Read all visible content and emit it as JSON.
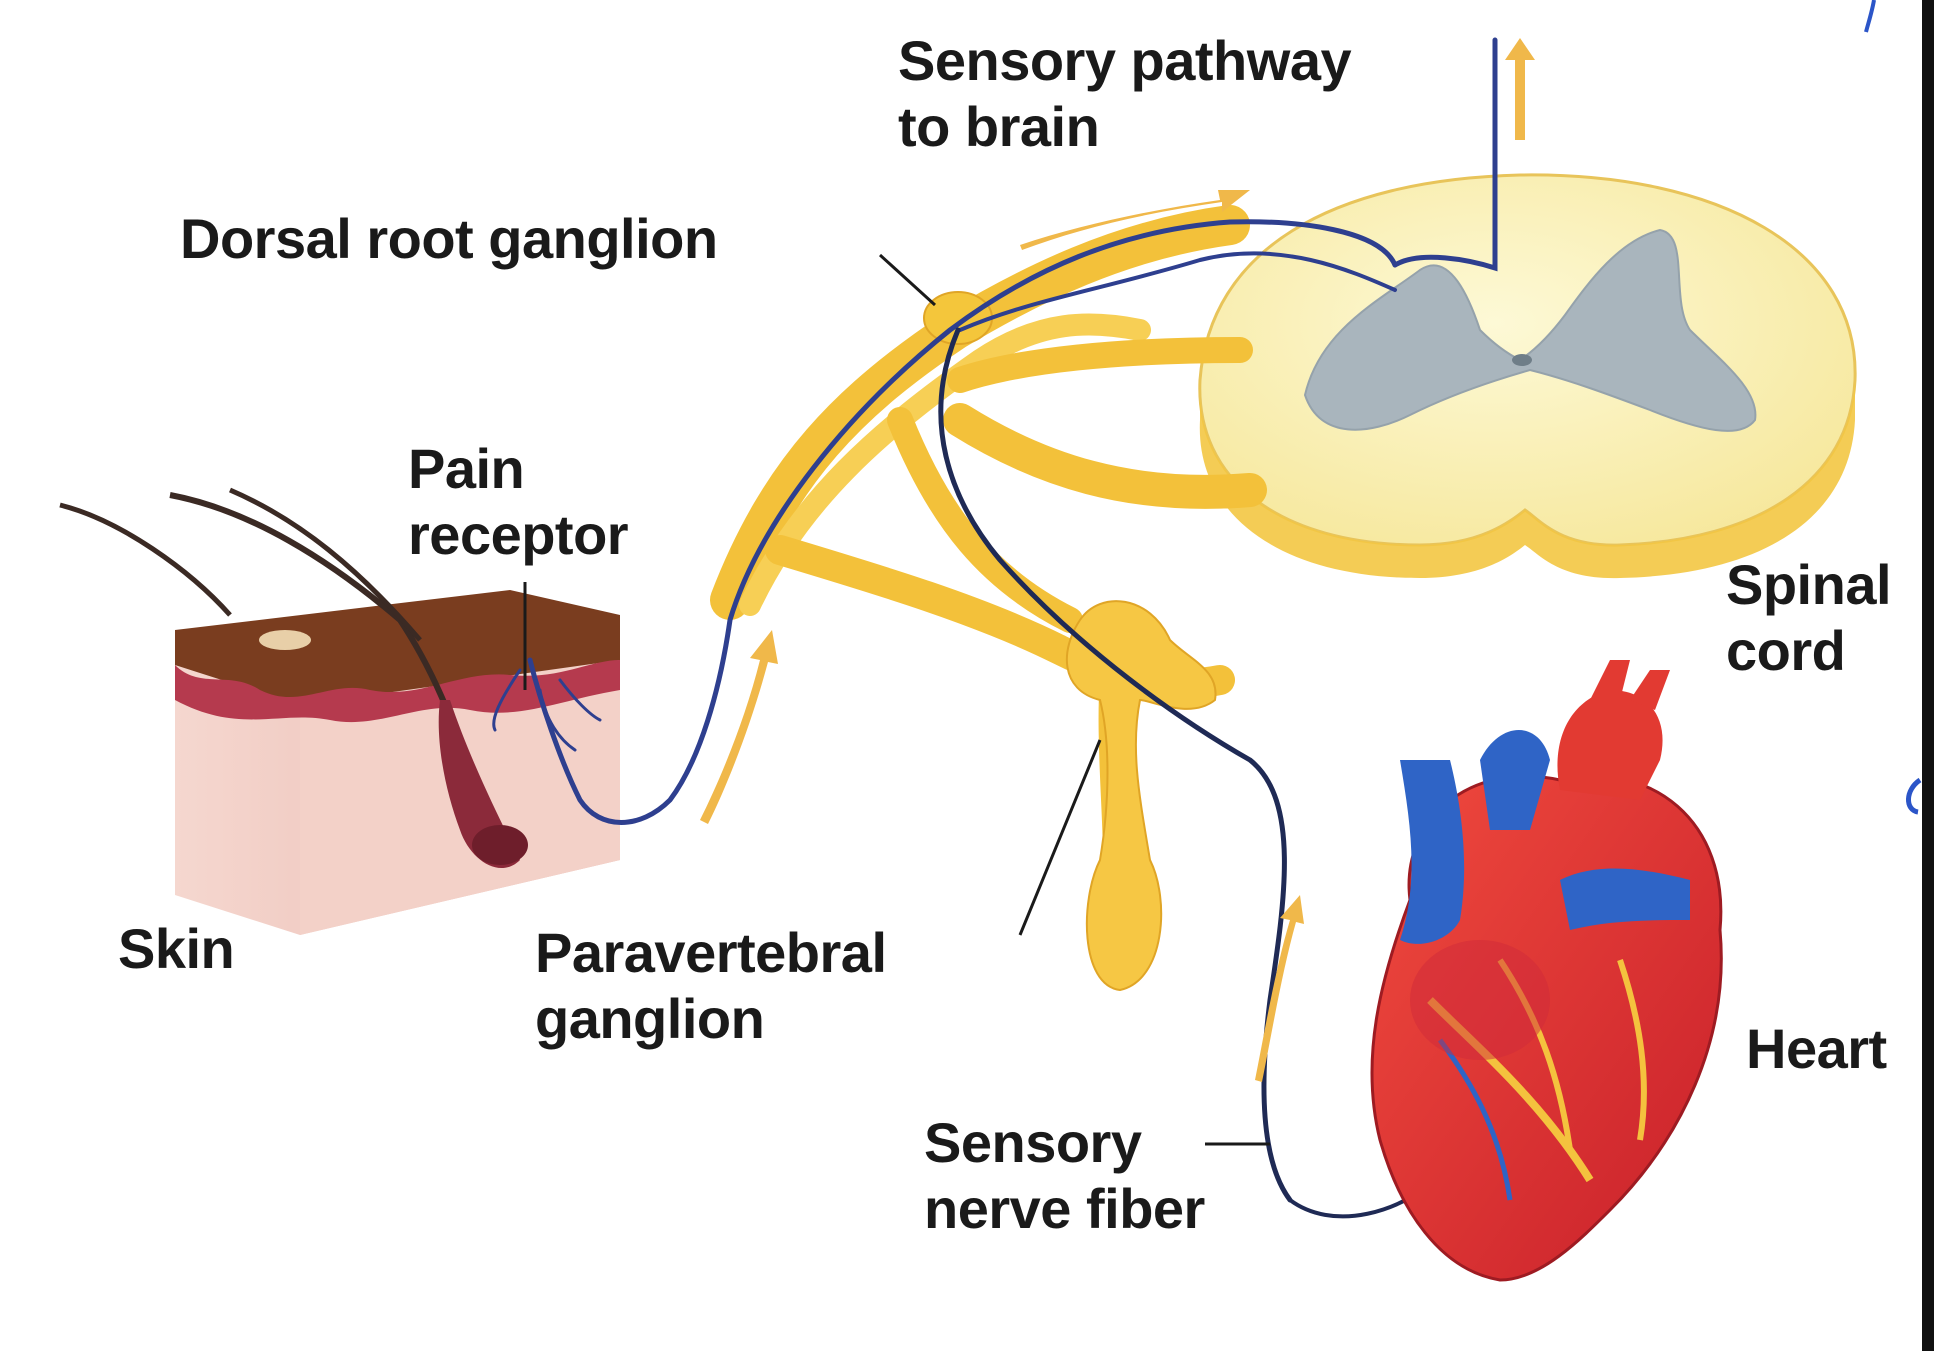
{
  "labels": {
    "sensory_pathway": [
      "Sensory pathway",
      "to brain"
    ],
    "dorsal_root_ganglion": "Dorsal root ganglion",
    "pain_receptor": [
      "Pain",
      "receptor"
    ],
    "spinal_cord": [
      "Spinal",
      "cord"
    ],
    "skin": "Skin",
    "paravertebral_ganglion": [
      "Paravertebral",
      "ganglion"
    ],
    "heart": "Heart",
    "sensory_nerve_fiber": [
      "Sensory",
      "nerve fiber"
    ]
  },
  "credit": [
    ""
  ],
  "colors": {
    "nerve_yellow": "#f7c640",
    "nerve_yellow_dark": "#e3a21a",
    "spinal_cord_fill": "#fbf5c4",
    "grey_matter": "#a5b2ba",
    "sensory_fiber_blue": "#2e3f8f",
    "arrow_orange": "#f0b84a",
    "skin_top": "#7b3f22",
    "skin_side": "#f2cfc6",
    "heart_red": "#e3342a",
    "heart_blue": "#2f64c6"
  }
}
